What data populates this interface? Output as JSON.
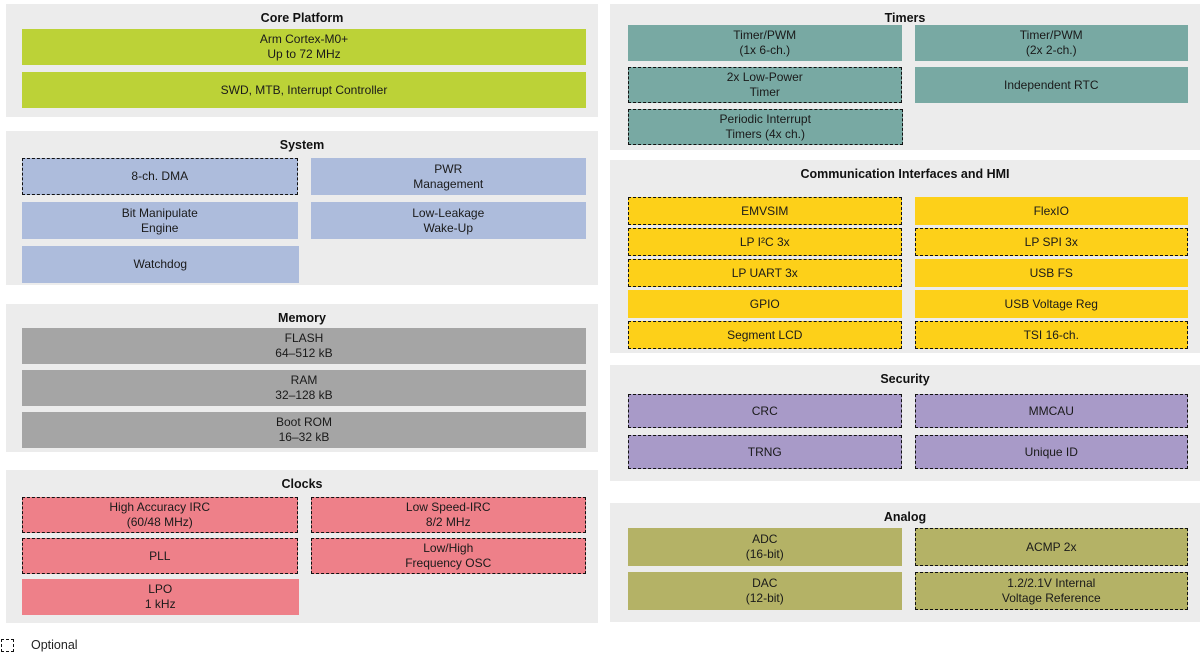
{
  "colors": {
    "core_platform": "#bcd237",
    "system": "#adbcdc",
    "memory": "#a5a5a5",
    "clocks": "#ee8089",
    "timers": "#78a9a3",
    "comm": "#fdd019",
    "security": "#a89ac8",
    "analog": "#b4b266",
    "panel_bg": "#ececec"
  },
  "legend": {
    "label": "Optional"
  },
  "sections": {
    "core_platform": {
      "title": "Core Platform",
      "blocks": [
        {
          "text": "Arm Cortex-M0+\nUp to 72 MHz",
          "optional": false
        },
        {
          "text": "SWD, MTB, Interrupt Controller",
          "optional": false
        }
      ]
    },
    "system": {
      "title": "System",
      "blocks": [
        {
          "text": "8-ch. DMA",
          "optional": true
        },
        {
          "text": "PWR\nManagement",
          "optional": false
        },
        {
          "text": "Bit Manipulate\nEngine",
          "optional": false
        },
        {
          "text": "Low-Leakage\nWake-Up",
          "optional": false
        },
        {
          "text": "Watchdog",
          "optional": false
        }
      ]
    },
    "memory": {
      "title": "Memory",
      "blocks": [
        {
          "text": "FLASH\n64–512 kB",
          "optional": false
        },
        {
          "text": "RAM\n32–128 kB",
          "optional": false
        },
        {
          "text": "Boot ROM\n16–32 kB",
          "optional": false
        }
      ]
    },
    "clocks": {
      "title": "Clocks",
      "blocks": [
        {
          "text": "High Accuracy IRC\n(60/48 MHz)",
          "optional": true
        },
        {
          "text": "Low Speed-IRC\n8/2 MHz",
          "optional": true
        },
        {
          "text": "PLL",
          "optional": true
        },
        {
          "text": "Low/High\nFrequency OSC",
          "optional": true
        },
        {
          "text": "LPO\n1 kHz",
          "optional": false
        }
      ]
    },
    "timers": {
      "title": "Timers",
      "blocks": [
        {
          "text": "Timer/PWM\n(1x 6-ch.)",
          "optional": false
        },
        {
          "text": "Timer/PWM\n(2x 2-ch.)",
          "optional": false
        },
        {
          "text": "2x Low-Power\nTimer",
          "optional": true
        },
        {
          "text": "Independent RTC",
          "optional": false
        },
        {
          "text": "Periodic Interrupt\nTimers (4x ch.)",
          "optional": true
        }
      ]
    },
    "comm": {
      "title": "Communication Interfaces and HMI",
      "blocks": [
        {
          "text": "EMVSIM",
          "optional": true
        },
        {
          "text": "FlexIO",
          "optional": false
        },
        {
          "text": "LP I²C 3x",
          "optional": true
        },
        {
          "text": "LP SPI 3x",
          "optional": true
        },
        {
          "text": "LP UART 3x",
          "optional": true
        },
        {
          "text": "USB FS",
          "optional": false
        },
        {
          "text": "GPIO",
          "optional": false
        },
        {
          "text": "USB Voltage Reg",
          "optional": false
        },
        {
          "text": "Segment LCD",
          "optional": true
        },
        {
          "text": "TSI 16-ch.",
          "optional": true
        }
      ]
    },
    "security": {
      "title": "Security",
      "blocks": [
        {
          "text": "CRC",
          "optional": true
        },
        {
          "text": "MMCAU",
          "optional": true
        },
        {
          "text": "TRNG",
          "optional": true
        },
        {
          "text": "Unique ID",
          "optional": true
        }
      ]
    },
    "analog": {
      "title": "Analog",
      "blocks": [
        {
          "text": "ADC\n(16-bit)",
          "optional": false
        },
        {
          "text": "ACMP 2x",
          "optional": true
        },
        {
          "text": "DAC\n(12-bit)",
          "optional": false
        },
        {
          "text": "1.2/2.1V Internal\nVoltage Reference",
          "optional": true
        }
      ]
    }
  }
}
